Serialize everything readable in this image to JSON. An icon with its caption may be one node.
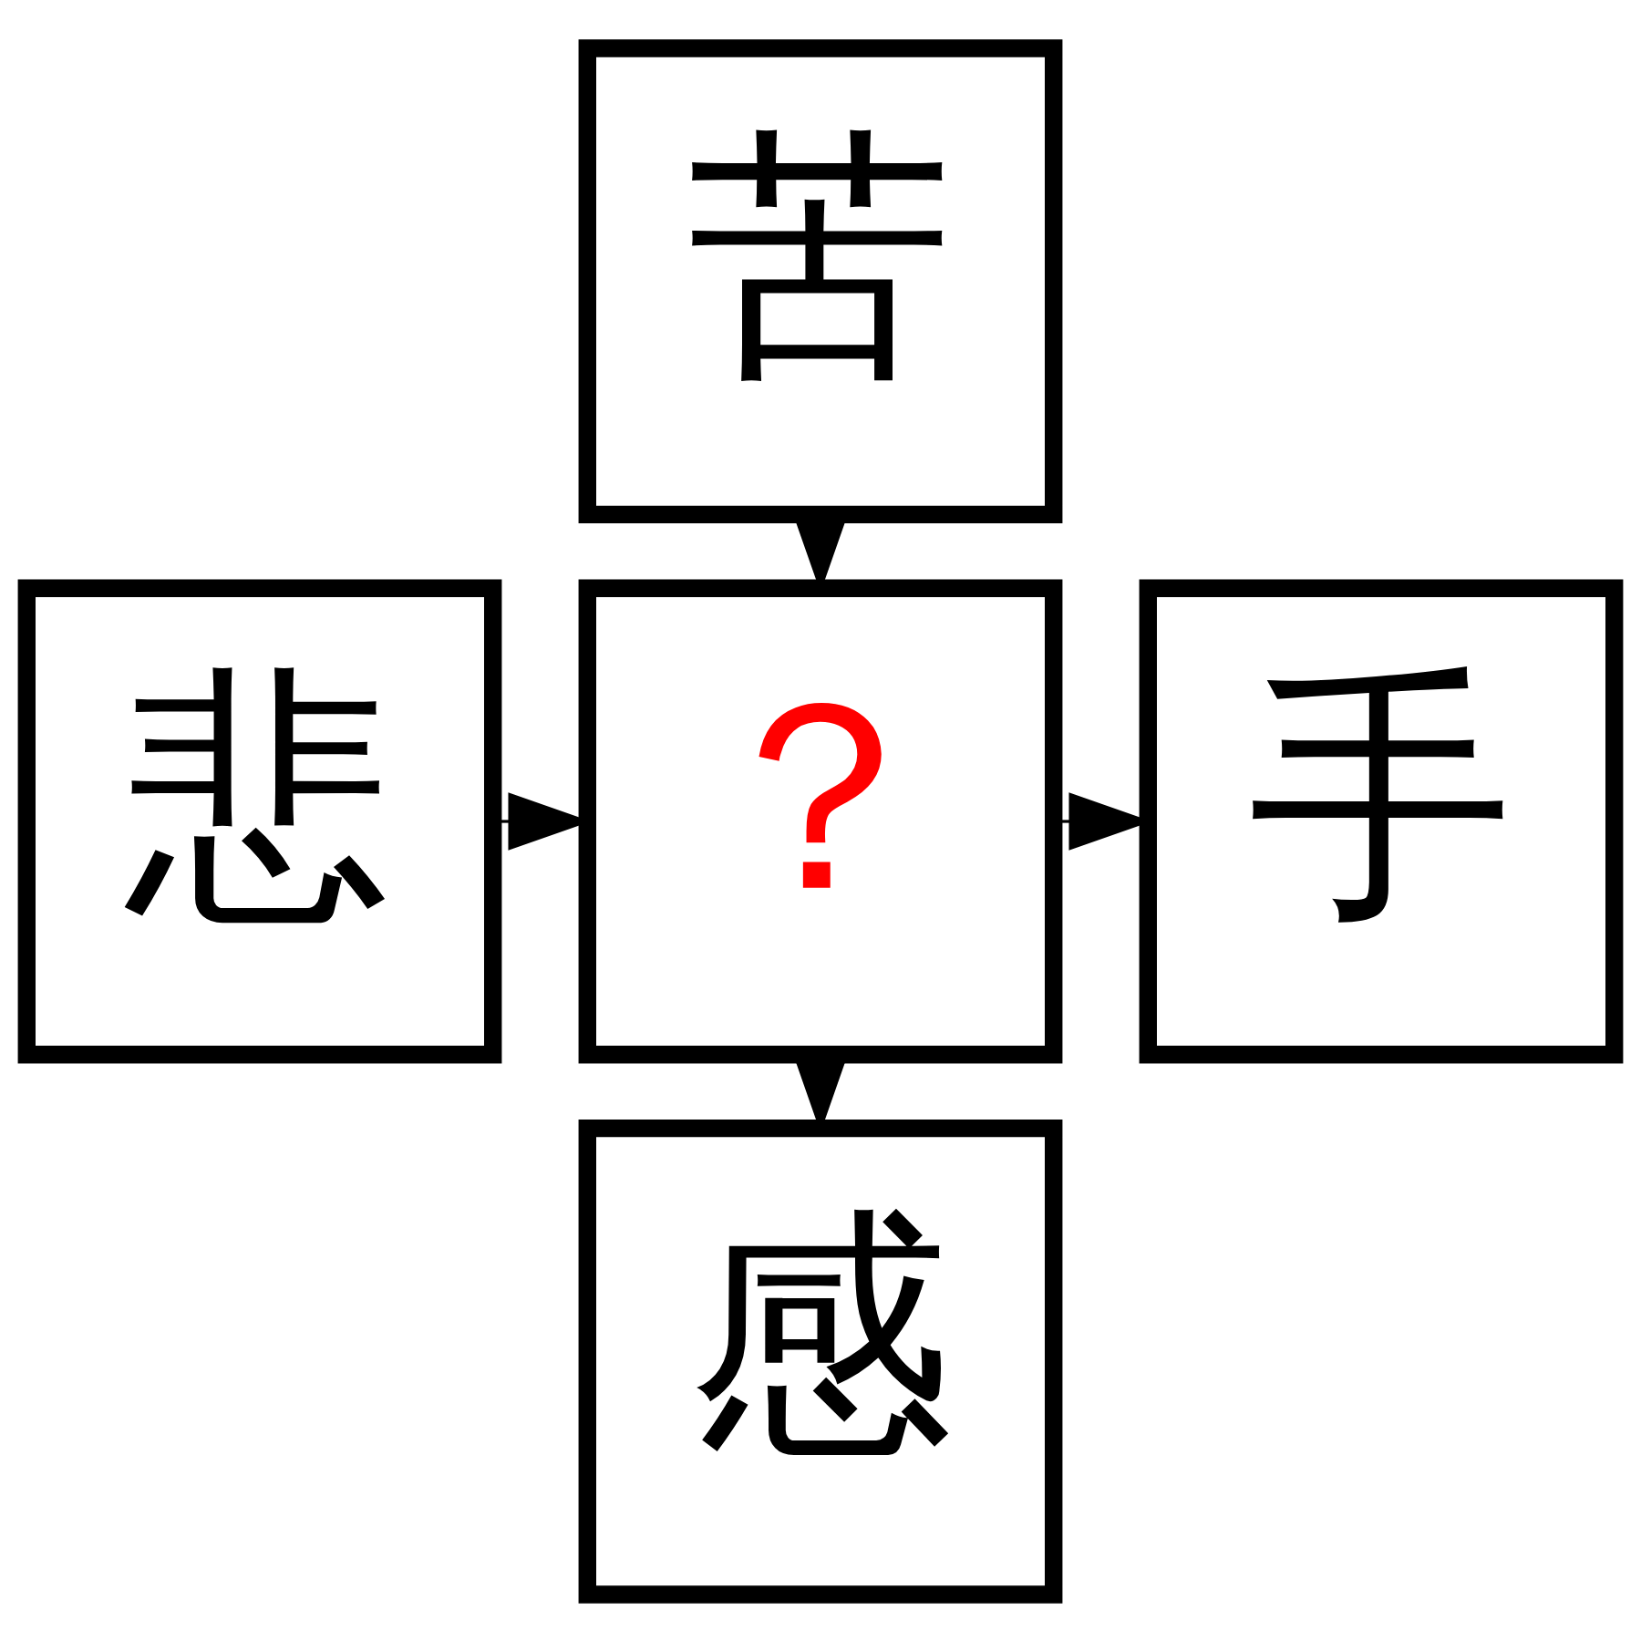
{
  "diagram": {
    "nodes": [
      {
        "text": [
          "苦"
        ]
      },
      {
        "text": [
          "悲"
        ]
      },
      {
        "text": [
          "？"
        ]
      },
      {
        "text": [
          "手"
        ]
      },
      {
        "text": [
          "感"
        ]
      }
    ],
    "edges": [
      {
        "from": 0,
        "to": 2,
        "arrow": "to"
      },
      {
        "from": 1,
        "to": 2,
        "arrow": "to"
      },
      {
        "from": 2,
        "to": 3,
        "arrow": "to"
      },
      {
        "from": 2,
        "to": 4,
        "arrow": "to"
      }
    ]
  }
}
